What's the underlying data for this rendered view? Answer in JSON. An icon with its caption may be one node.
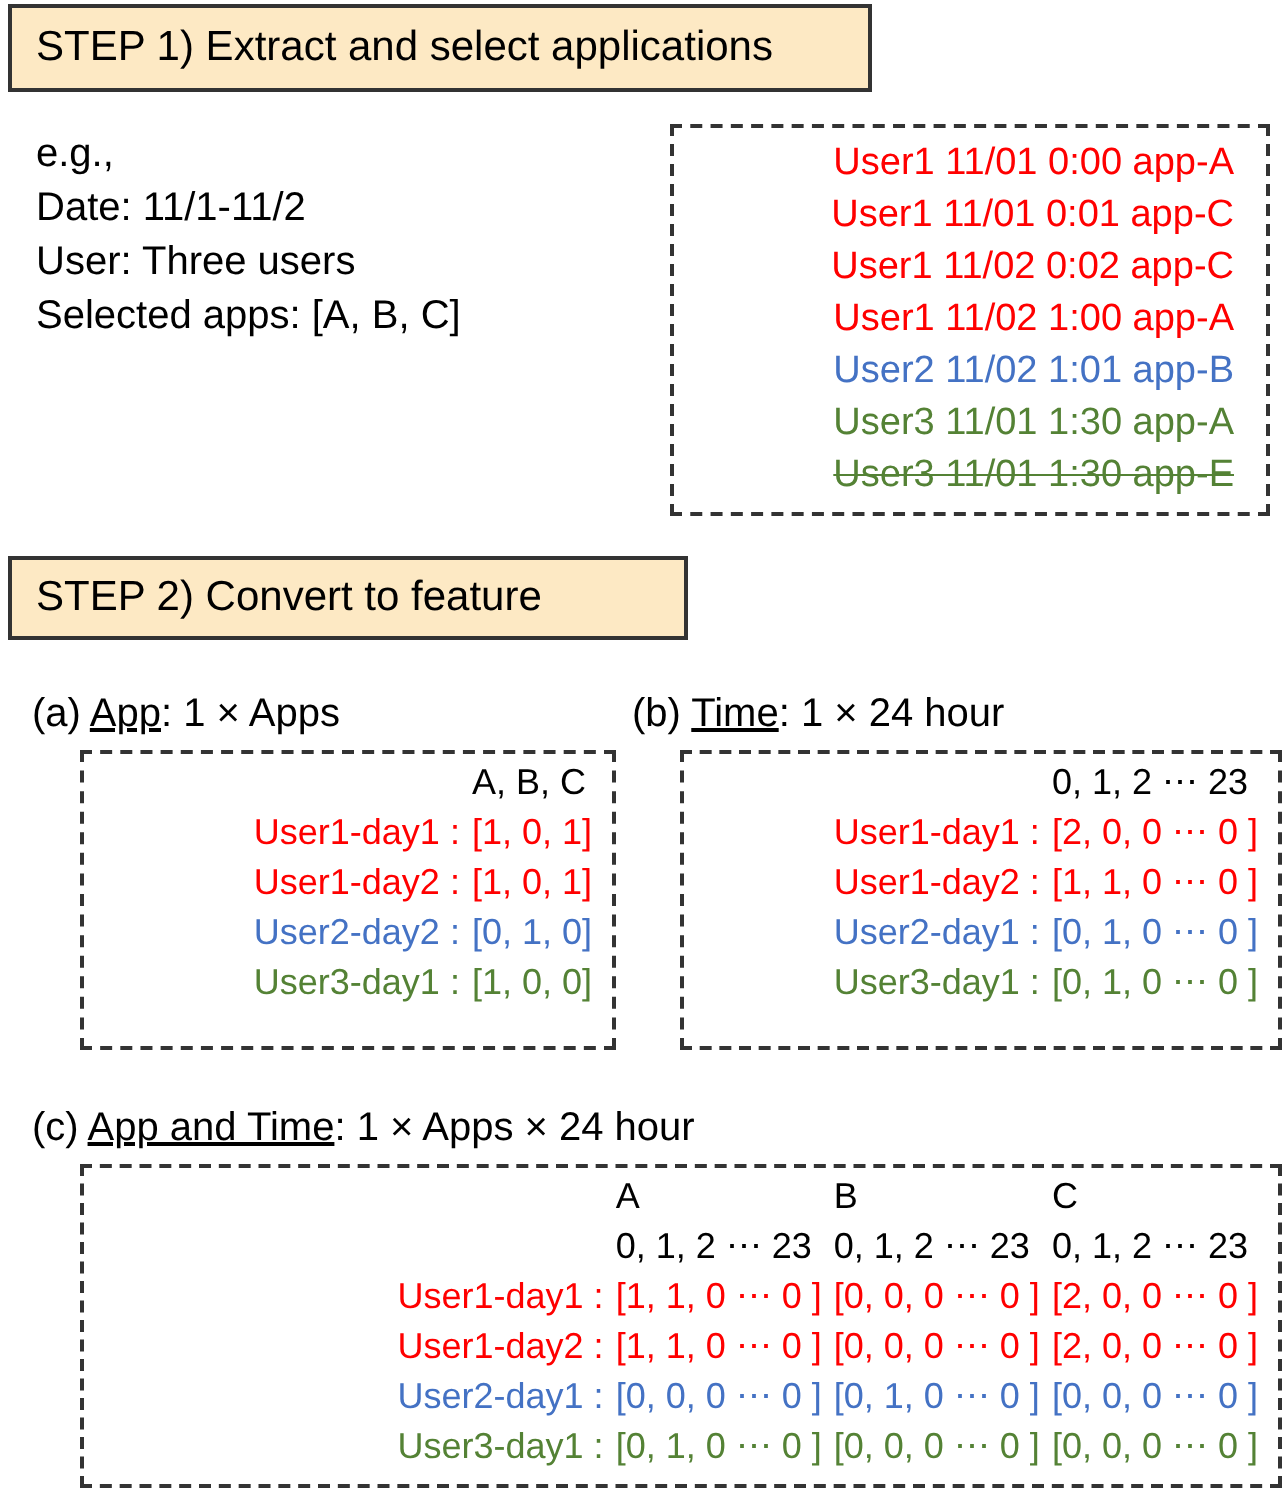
{
  "diagram": {
    "nodes": [
      {
        "text": [
          "STEP 1) Extract and select applications"
        ]
      },
      {
        "text": [
          "User1 11/01 0:00 app-A",
          "User1 11/01 0:01 app-C",
          "User1 11/02 0:02 app-C",
          "User1 11/02 1:00 app-A",
          "User2 11/02 1:01 app-B",
          "User3 11/01 1:30 app-A",
          "User3 11/01 1:30 app-E"
        ]
      },
      {
        "text": [
          "STEP 2) Convert to feature"
        ]
      },
      {
        "text": [
          "(a) App: 1 × Apps",
          "A, B, C",
          "User1-day1 :",
          "[1, 0, 1]",
          "User1-day2 :",
          "[1, 0, 1]",
          "User2-day2 :",
          "[0, 1, 0]",
          "User3-day1 :",
          "[1, 0, 0]"
        ]
      },
      {
        "text": [
          "(b) Time: 1 × 24 hour",
          "0, 1, 2 ⋯ 23",
          "User1-day1 :",
          "[2, 0, 0 ⋯ 0 ]",
          "User1-day2 :",
          "[1, 1, 0 ⋯ 0 ]",
          "User2-day1 :",
          "[0, 1, 0 ⋯ 0 ]",
          "User3-day1 :",
          "[0, 1, 0 ⋯ 0 ]"
        ]
      },
      {
        "text": [
          "(c) App and Time: 1 × Apps × 24 hour",
          "A",
          "B",
          "C",
          "0, 1, 2 ⋯ 23",
          "0, 1, 2 ⋯ 23",
          "0, 1, 2 ⋯ 23",
          "User1-day1 :",
          "[1, 1, 0 ⋯ 0 ]",
          "[0, 0, 0 ⋯ 0 ]",
          "[2, 0, 0 ⋯ 0 ]",
          "User1-day2 :",
          "[1, 1, 0 ⋯ 0 ]",
          "[0, 0, 0 ⋯ 0 ]",
          "[2, 0, 0 ⋯ 0 ]",
          "User2-day1 :",
          "[0, 0, 0 ⋯ 0 ]",
          "[0, 1, 0 ⋯ 0 ]",
          "[0, 0, 0 ⋯ 0 ]",
          "User3-day1 :",
          "[0, 1, 0 ⋯ 0 ]",
          "[0, 0, 0 ⋯ 0 ]",
          "[0, 0, 0 ⋯ 0 ]"
        ]
      }
    ],
    "labels": [
      "e.g.,",
      "Date: 11/1-11/2",
      "User: Three users",
      "Selected apps: [A, B, C]"
    ]
  }
}
